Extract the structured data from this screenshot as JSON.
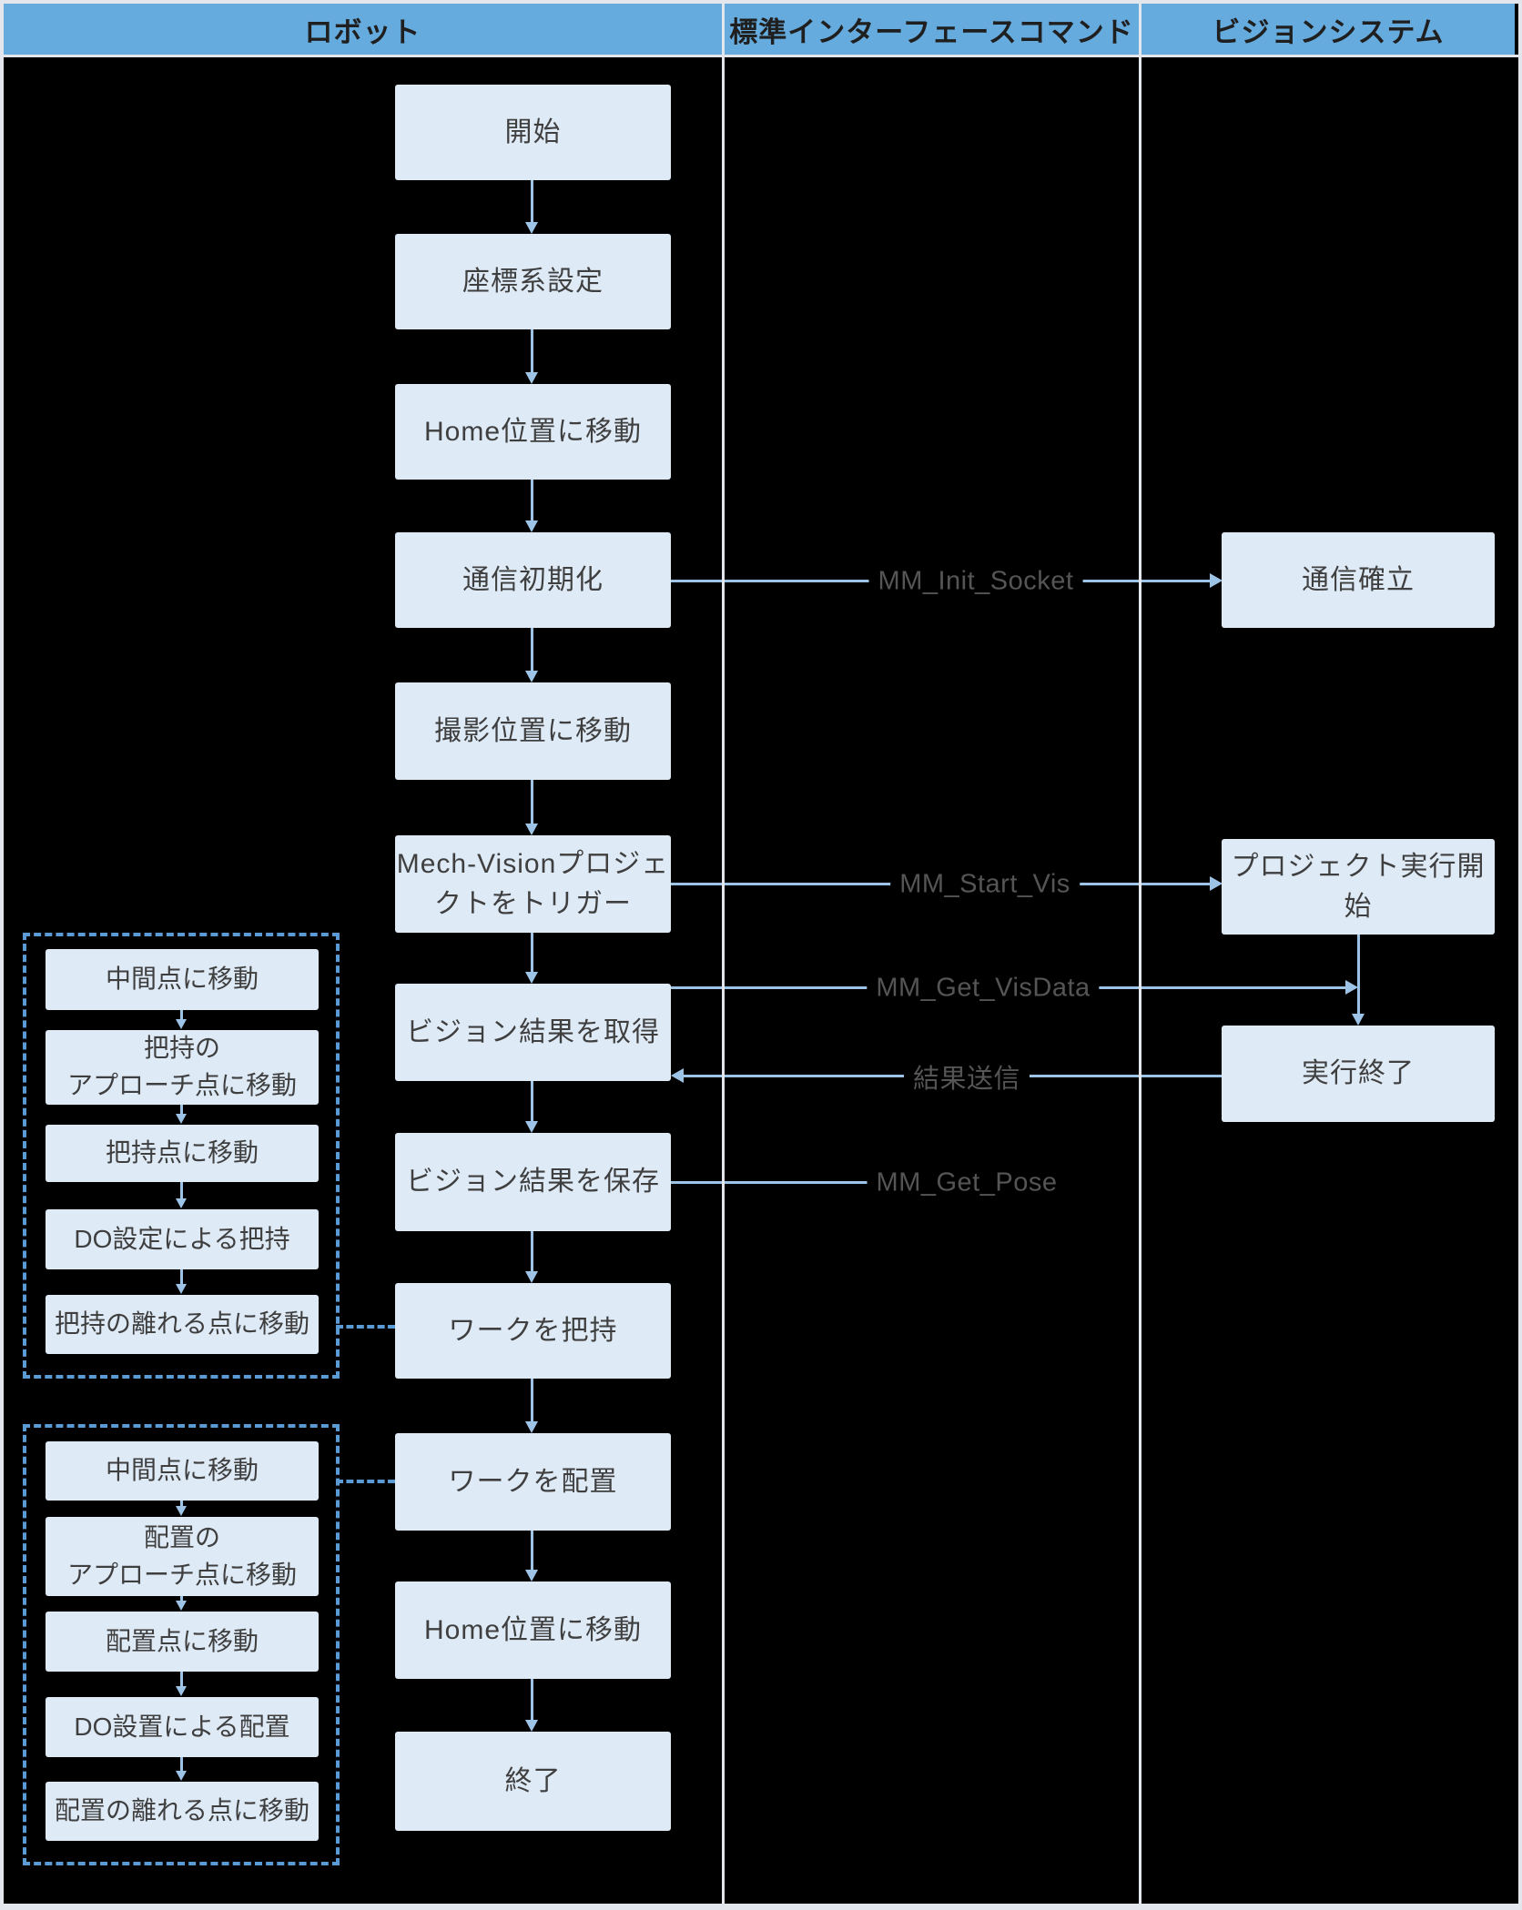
{
  "header": {
    "columns": [
      "ロボット",
      "標準インターフェースコマンド",
      "ビジョンシステム"
    ]
  },
  "robot_flow": [
    "開始",
    "座標系設定",
    "Home位置に移動",
    "通信初期化",
    "撮影位置に移動",
    "Mech-Visionプロジェ\nクトをトリガー",
    "ビジョン結果を取得",
    "ビジョン結果を保存",
    "ワークを把持",
    "ワークを配置",
    "Home位置に移動",
    "終了"
  ],
  "vision_flow": [
    "通信確立",
    "プロジェクト実行開始",
    "実行終了"
  ],
  "commands": {
    "init_socket": "MM_Init_Socket",
    "start_vis": "MM_Start_Vis",
    "get_visdata": "MM_Get_VisData",
    "send_result": "結果送信",
    "get_pose": "MM_Get_Pose"
  },
  "pick_group": [
    "中間点に移動",
    "把持の\nアプローチ点に移動",
    "把持点に移動",
    "DO設定による把持",
    "把持の離れる点に移動"
  ],
  "place_group": [
    "中間点に移動",
    "配置の\nアプローチ点に移動",
    "配置点に移動",
    "DO設置による配置",
    "配置の離れる点に移動"
  ],
  "colors": {
    "canvas_bg": "#000000",
    "frame": "#E4E6EE",
    "header_bg": "#66ABDE",
    "header_text": "#1F1F1F",
    "box_bg": "#DEEAF6",
    "box_text": "#3F3F3F",
    "arrow": "#9DC3E6",
    "dashed": "#5B9BD5",
    "command_text": "#555555"
  }
}
